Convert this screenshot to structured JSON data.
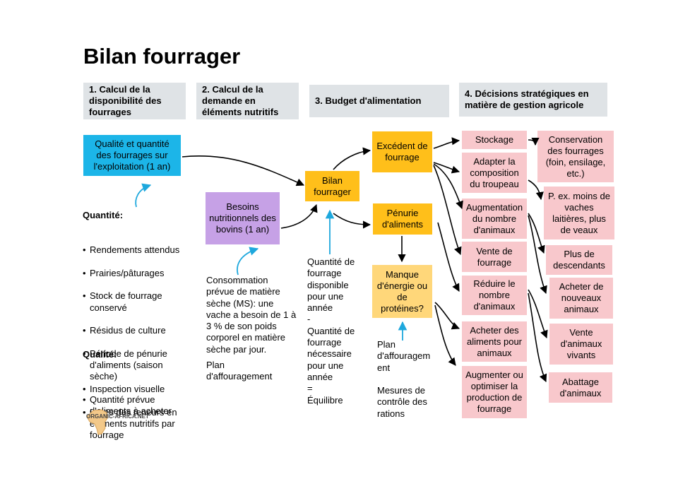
{
  "title": "Bilan fourrager",
  "headers": [
    "1. Calcul de la disponibilité des fourrages",
    "2. Calcul de la demande en éléments nutritifs",
    "3. Budget d'alimentation",
    "4. Décisions stratégiques en matière de gestion agricole"
  ],
  "col1": {
    "box": "Qualité et quantité des fourrages sur l'exploitation (1 an)",
    "quantite_heading": "Quantité:",
    "quantite_items": [
      "Rendements attendus",
      "Prairies/pâturages",
      "Stock de fourrage conservé",
      "Résidus de culture",
      "Période de pénurie d'aliments (saison sèche)",
      "Quantité prévue d'aliments à acheter"
    ],
    "qualite_heading": "Qualité:",
    "qualite_items": [
      "Inspection visuelle",
      "Listes des teneurs en éléments nutritifs par fourrage"
    ]
  },
  "col2": {
    "box": "Besoins nutritionnels des bovins (1 an)",
    "note": "Consommation prévue de matière sèche (MS): une vache a besoin de 1 à 3 % de son poids corporel en matière sèche par jour.",
    "plan": "Plan d'affouragement"
  },
  "col3": {
    "bilan": "Bilan fourrager",
    "equation": "Quantité de fourrage disponible pour une année\n-\nQuantité de fourrage nécessaire pour une année\n=\nÉquilibre",
    "excedent": "Excédent de fourrage",
    "penurie": "Pénurie d'aliments",
    "manque": "Manque d'énergie ou de protéines?",
    "plan": "Plan d'affouragem ent",
    "mesures": "Mesures de contrôle des rations"
  },
  "col4_left": [
    "Stockage",
    "Adapter la composition du troupeau",
    "Augmentation du nombre d'animaux",
    "Vente de fourrage",
    "Réduire le nombre d'animaux",
    "Acheter des aliments pour animaux",
    "Augmenter ou optimiser la production de fourrage"
  ],
  "col4_right": [
    "Conservation des fourrages (foin, ensilage, etc.)",
    "P. ex. moins de vaches laitières, plus de veaux",
    "Plus de descendants",
    "Acheter de nouveaux animaux",
    "Vente d'animaux vivants",
    "Abattage d'animaux"
  ],
  "logo": "ORGANIC-AFRICA.NET",
  "colors": {
    "header_bg": "#dfe3e6",
    "blue": "#1cb5e8",
    "purple": "#c6a1e6",
    "yellow": "#ffbf1a",
    "light_yellow": "#ffd77a",
    "pink": "#f8c8cc",
    "arrow_blue": "#1ea8dd"
  }
}
